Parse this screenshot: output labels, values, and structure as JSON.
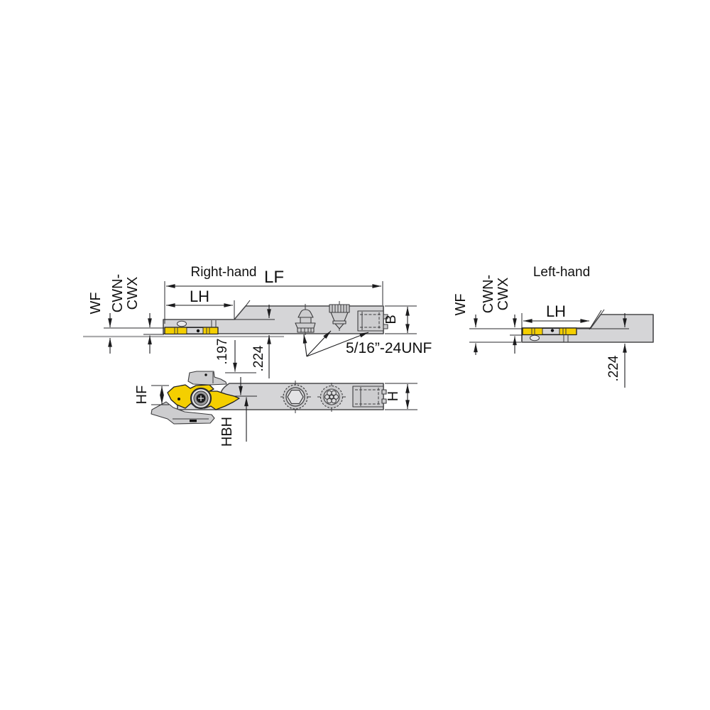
{
  "page": {
    "background": "#ffffff"
  },
  "drawing": {
    "right_view": {
      "title": "Right-hand"
    },
    "left_view": {
      "title": "Left-hand"
    },
    "labels": {
      "lf": "LF",
      "lh": "LH",
      "wf": "WF",
      "cwn1": "CWN-",
      "cwn2": "CWX",
      "b": "B",
      "h": "H",
      "hf": "HF",
      "hbh": "HBH",
      "d197": ".197",
      "d224": ".224",
      "thread": "5/16”-24UNF"
    },
    "colors": {
      "insert_yellow": "#f4cf00",
      "body_gray": "#d5d5d7",
      "outline": "#4a4a4c",
      "dimension": "#1c1c1e",
      "workpiece_line": "#ababad"
    }
  }
}
